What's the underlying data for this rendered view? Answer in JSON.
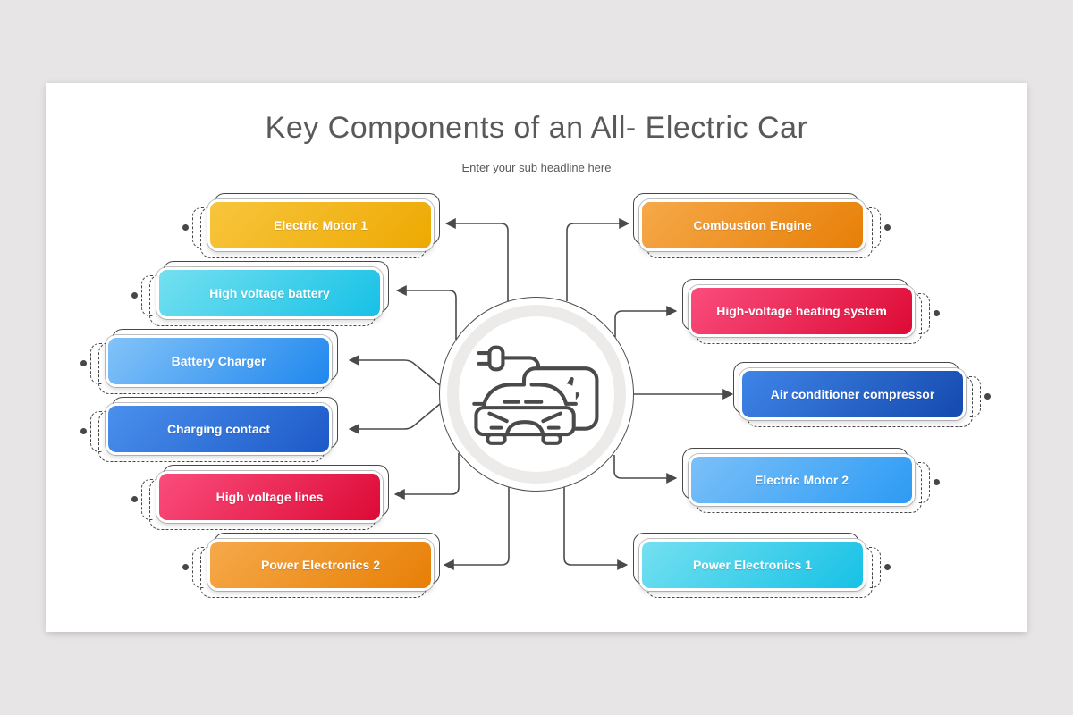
{
  "title": "Key Components of an All- Electric Car",
  "subtitle": "Enter your sub headline here",
  "colors": {
    "line": "#4a4a4a",
    "title_text": "#595959",
    "slide_background": "#ffffff",
    "page_background": "#e7e5e6"
  },
  "center": {
    "icon": "electric-car-charging"
  },
  "nodes": {
    "left": [
      {
        "label": "Electric Motor 1",
        "gradient": [
          "#f7c53d",
          "#eea902"
        ]
      },
      {
        "label": "High voltage battery",
        "gradient": [
          "#74e0f0",
          "#17c1e6"
        ]
      },
      {
        "label": "Battery Charger",
        "gradient": [
          "#83c3f8",
          "#1f87ee"
        ]
      },
      {
        "label": "Charging contact",
        "gradient": [
          "#4a90ec",
          "#1d59c8"
        ]
      },
      {
        "label": "High voltage lines",
        "gradient": [
          "#fa4d7d",
          "#dd0a35"
        ]
      },
      {
        "label": "Power Electronics 2",
        "gradient": [
          "#f6a94a",
          "#e77f06"
        ]
      }
    ],
    "right": [
      {
        "label": "Combustion Engine",
        "gradient": [
          "#f6a94a",
          "#e77f06"
        ]
      },
      {
        "label": "High-voltage heating system",
        "gradient": [
          "#fa4d7d",
          "#dd0a35"
        ]
      },
      {
        "label": "Air conditioner compressor",
        "gradient": [
          "#3f85e8",
          "#1549ae"
        ]
      },
      {
        "label": "Electric Motor 2",
        "gradient": [
          "#7bc0f8",
          "#2d9bf4"
        ]
      },
      {
        "label": "Power Electronics 1",
        "gradient": [
          "#74e0f0",
          "#17c1e6"
        ]
      }
    ]
  }
}
